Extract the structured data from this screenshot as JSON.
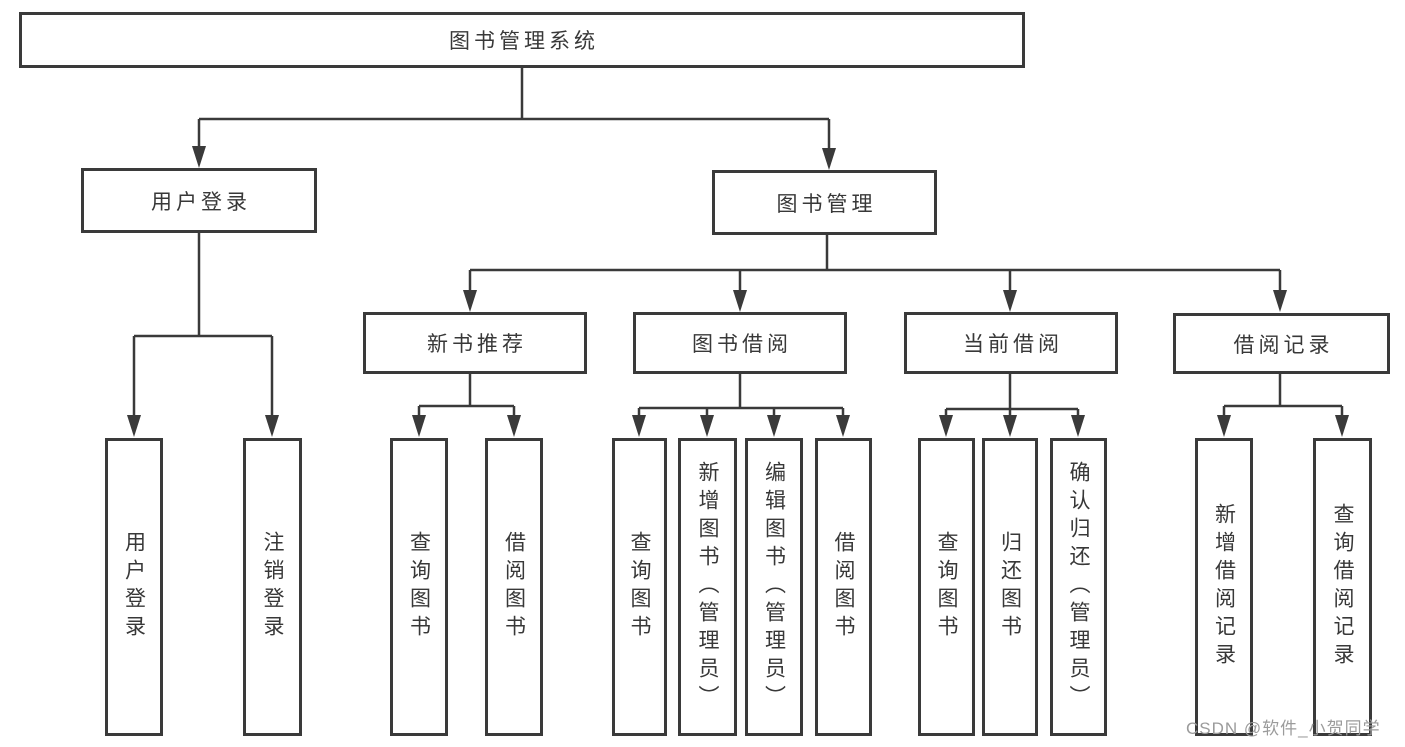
{
  "diagram": {
    "title": "图书管理系统",
    "type": "hierarchy-tree",
    "colors": {
      "background": "#ffffff",
      "line": "#3a3a3a",
      "box_border": "#3a3a3a",
      "text": "#383838",
      "watermark": "#9b9b9b"
    },
    "watermark": "CSDN @软件_小贺同学",
    "nodes": {
      "root": {
        "label": "图书管理系统"
      },
      "level2": [
        {
          "label": "用户登录",
          "parent": "图书管理系统"
        },
        {
          "label": "图书管理",
          "parent": "图书管理系统"
        }
      ],
      "level3": [
        {
          "label": "新书推荐",
          "parent": "图书管理"
        },
        {
          "label": "图书借阅",
          "parent": "图书管理"
        },
        {
          "label": "当前借阅",
          "parent": "图书管理"
        },
        {
          "label": "借阅记录",
          "parent": "图书管理"
        }
      ],
      "leaves": [
        {
          "label": "用户登录",
          "parent": "用户登录"
        },
        {
          "label": "注销登录",
          "parent": "用户登录"
        },
        {
          "label": "查询图书",
          "parent": "新书推荐"
        },
        {
          "label": "借阅图书",
          "parent": "新书推荐"
        },
        {
          "label": "查询图书",
          "parent": "图书借阅"
        },
        {
          "label": "新增图书（管理员）",
          "parent": "图书借阅"
        },
        {
          "label": "编辑图书（管理员）",
          "parent": "图书借阅"
        },
        {
          "label": "借阅图书",
          "parent": "图书借阅"
        },
        {
          "label": "查询图书",
          "parent": "当前借阅"
        },
        {
          "label": "归还图书",
          "parent": "当前借阅"
        },
        {
          "label": "确认归还（管理员）",
          "parent": "当前借阅"
        },
        {
          "label": "新增借阅记录",
          "parent": "借阅记录"
        },
        {
          "label": "查询借阅记录",
          "parent": "借阅记录"
        }
      ]
    }
  }
}
